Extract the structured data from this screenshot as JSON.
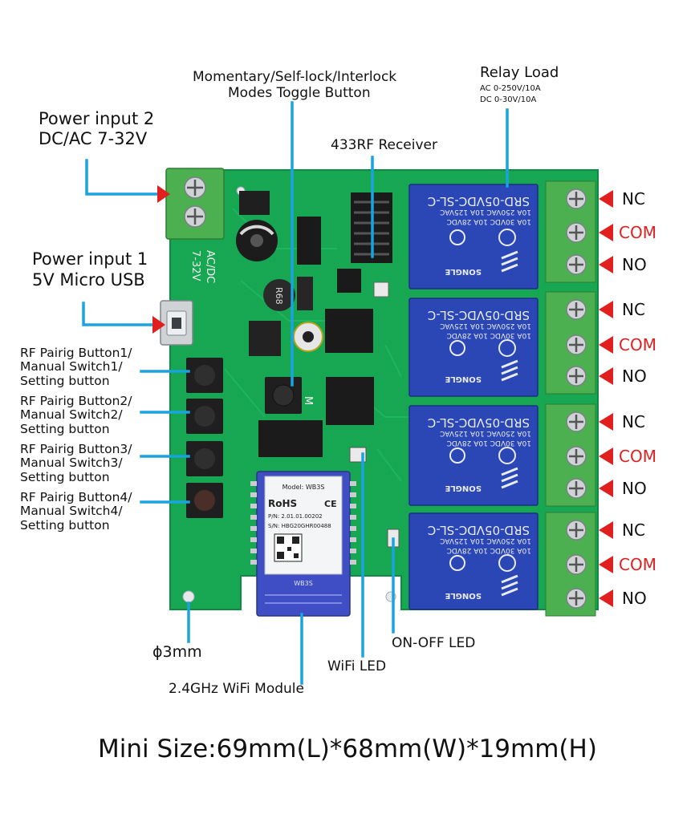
{
  "labels": {
    "relay_load": "Relay Load",
    "relay_load_ac": "AC 0-250V/10A",
    "relay_load_dc": "DC 0-30V/10A",
    "mode_button_line1": "Momentary/Self-lock/Interlock",
    "mode_button_line2": "Modes Toggle Button",
    "rf_receiver": "433RF Receiver",
    "power2_line1": "Power input 2",
    "power2_line2": "DC/AC 7-32V",
    "power1_line1": "Power input 1",
    "power1_line2": "5V Micro USB",
    "hole": "ɸ3mm",
    "wifi_module": "2.4GHz WiFi Module",
    "wifi_led": "WiFi LED",
    "onoff_led": "ON-OFF LED"
  },
  "rf_buttons": [
    {
      "l1": "RF Pairig Button1/",
      "l2": "Manual Switch1/",
      "l3": "Setting button"
    },
    {
      "l1": "RF Pairig Button2/",
      "l2": "Manual Switch2/",
      "l3": "Setting button"
    },
    {
      "l1": "RF Pairig Button3/",
      "l2": "Manual Switch3/",
      "l3": "Setting button"
    },
    {
      "l1": "RF Pairig Button4/",
      "l2": "Manual Switch4/",
      "l3": "Setting button"
    }
  ],
  "terminals": [
    "NC",
    "COM",
    "NO"
  ],
  "board": {
    "silk_ac_dc": "AC/DC",
    "silk_volt": "7-32V",
    "silk_m": "M",
    "relay_model": "SRD-05VDC-SL-C",
    "relay_spec1": "10A 250VAC  10A 125VAC",
    "relay_spec2": "10A 30VDC  10A 28VDC",
    "relay_brand": "SONGLE",
    "module_model": "Model: WB3S",
    "module_pn": "P/N: 2.01.01.00202",
    "module_sn": "S/N: HBG20GHR00488",
    "module_rohs": "RoHS",
    "module_ce": "CE",
    "module_chip": "WB3S",
    "inductor": "R68"
  },
  "footer": "Mini Size:69mm(L)*68mm(W)*19mm(H)",
  "colors": {
    "pcb": "#15a350",
    "pcb_edge": "#0f8a43",
    "relay": "#2b46b5",
    "terminal": "#4caf50",
    "callout_line": "#1aa3e0",
    "arrow": "#e0201f",
    "com_text": "#e0201f"
  }
}
